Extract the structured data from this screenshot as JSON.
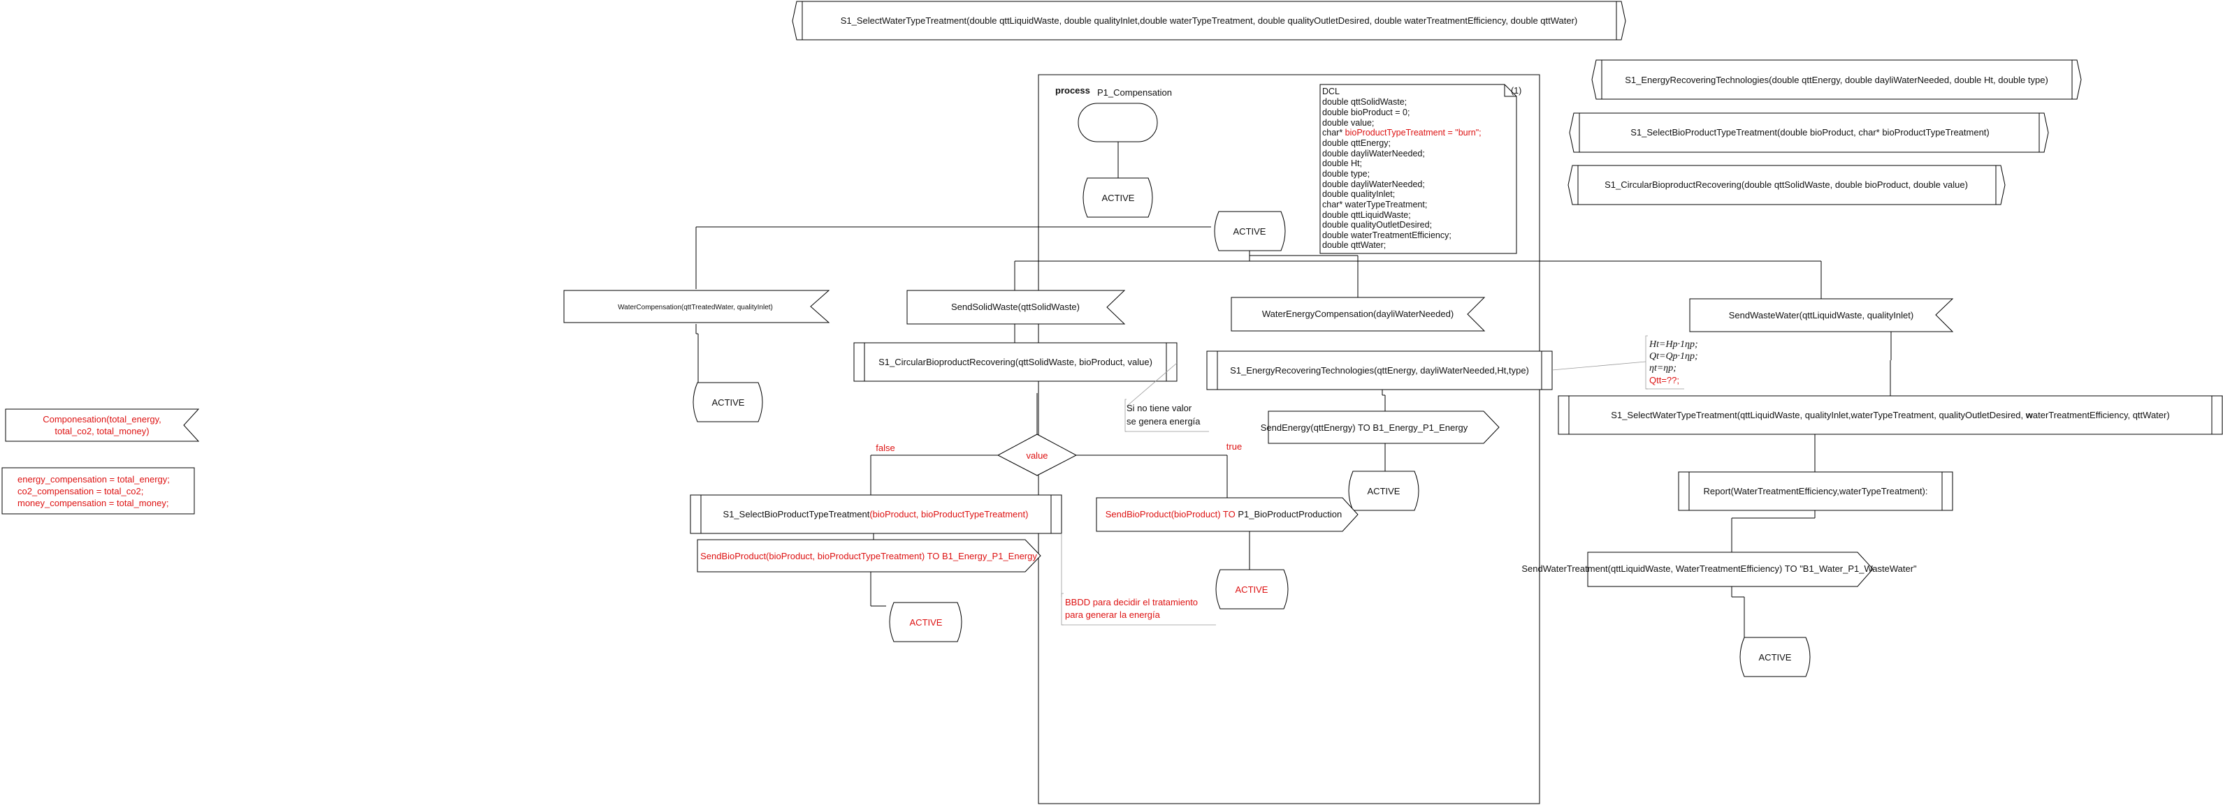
{
  "colors": {
    "line": "#000000",
    "text": "#111111",
    "highlight": "#dd1111"
  },
  "procedures": {
    "water_type": "S1_SelectWaterTypeTreatment(double qttLiquidWaste, double qualityInlet,double waterTypeTreatment, double qualityOutletDesired, double waterTreatmentEfficiency, double qttWater)",
    "energy_recovering": "S1_EnergyRecoveringTechnologies(double qttEnergy, double dayliWaterNeeded, double Ht, double type)",
    "bioproduct_type": "S1_SelectBioProductTypeTreatment(double bioProduct, char* bioProductTypeTreatment)",
    "circular_recovering": "S1_CircularBioproductRecovering(double qttSolidWaste, double bioProduct, double value)"
  },
  "process": {
    "keyword": "process",
    "name": "P1_Compensation",
    "dcl_ref": "(1)"
  },
  "dcl": {
    "lines": [
      "DCL",
      "double qttSolidWaste;",
      "double bioProduct = 0;",
      "double value;"
    ],
    "char_prefix": "char* ",
    "char_highlight": "bioProductTypeTreatment = \"burn\";",
    "lines_after": [
      "double qttEnergy;",
      "double dayliWaterNeeded;",
      "double Ht;",
      "double type;",
      "double dayliWaterNeeded;",
      "double qualityInlet;",
      "char* waterTypeTreatment;",
      "double qttLiquidWaste;",
      "double qualityOutletDesired;",
      "double waterTreatmentEfficiency;",
      "double qttWater;"
    ]
  },
  "states": {
    "active": "ACTIVE"
  },
  "signals": {
    "water_compensation": "WaterCompensation(qttTreatedWater, qualityInlet)",
    "send_solid_waste": "SendSolidWaste(qttSolidWaste)",
    "water_energy_compensation": "WaterEnergyCompensation(dayliWaterNeeded)",
    "send_waste_water": "SendWasteWater(qttLiquidWaste, qualityInlet)",
    "compensation": [
      "Componesation(total_energy,",
      "total_co2, total_money)"
    ]
  },
  "calls": {
    "circular": "S1_CircularBioproductRecovering(qttSolidWaste, bioProduct, value)",
    "energy": "S1_EnergyRecoveringTechnologies(qttEnergy, dayliWaterNeeded,Ht,type)",
    "water_before_bold": "S1_SelectWaterTypeTreatment(qttLiquidWaste, qualityInlet,waterTypeTreatment, qualityOutletDesired, ",
    "water_bold": "w",
    "water_after_bold": "aterTreatmentEfficiency, qttWater)",
    "bioproduct_prefix": "S1_SelectBioProductTypeTreatment",
    "bioproduct_args": "(bioProduct, bioProductTypeTreatment)",
    "report": "Report(WaterTreatmentEfficiency,waterTypeTreatment):"
  },
  "decision": {
    "label": "value",
    "false_label": "false",
    "true_label": "true"
  },
  "outputs": {
    "send_energy": "SendEnergy(qttEnergy) TO B1_Energy_P1_Energy",
    "send_bioproduct_energy": "SendBioProduct(bioProduct, bioProductTypeTreatment) TO B1_Energy_P1_Energy",
    "send_bioproduct_red": "SendBioProduct(bioProduct) TO ",
    "send_bioproduct_black": "P1_BioProductProduction",
    "send_water_treatment": "SendWaterTreatment(qttLiquidWaste, WaterTreatmentEfficiency) TO \"B1_Water_P1_WasteWater\""
  },
  "tasks": {
    "compensation_assign": [
      "energy_compensation = total_energy;",
      "co2_compensation = total_co2;",
      "money_compensation = total_money;"
    ]
  },
  "comments": {
    "no_value": [
      "Si no tiene valor",
      "se genera energía"
    ],
    "bbdd": [
      "BBDD para decidir el tratamiento",
      "para generar la energía"
    ],
    "formulas": [
      "Ht=Hp·1ηp;",
      "Qt=Qp·1ηp;",
      "ηt=ηp;"
    ],
    "formula_red": "Qtt=??;"
  }
}
